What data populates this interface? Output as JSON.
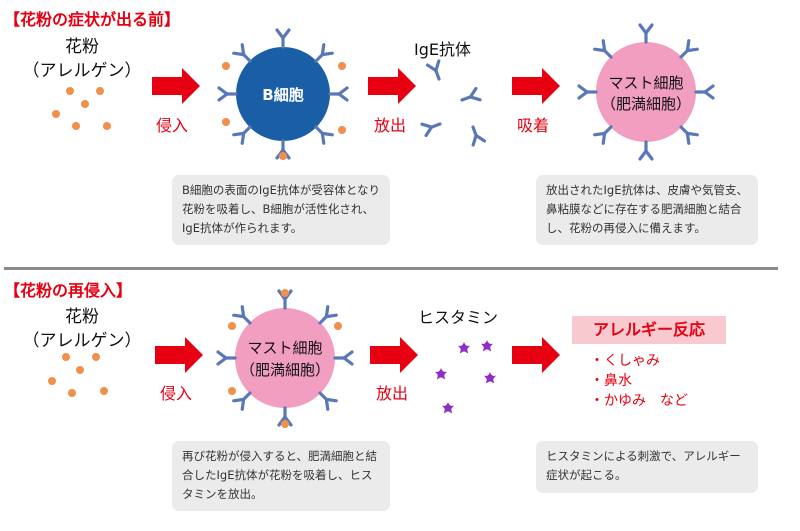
{
  "section1": {
    "title": "【花粉の症状が出る前】",
    "pollen_label_line1": "花粉",
    "pollen_label_line2": "（アレルゲン）",
    "arrow1_label": "侵入",
    "b_cell_label": "B細胞",
    "ige_label": "IgE抗体",
    "arrow2_label": "放出",
    "arrow3_label": "吸着",
    "mast_cell_line1": "マスト細胞",
    "mast_cell_line2": "（肥満細胞）",
    "note_left": "B細胞の表面のIgE抗体が受容体となり花粉を吸着し、B細胞が活性化され、IgE抗体が作られます。",
    "note_right": "放出されたIgE抗体は、皮膚や気管支、鼻粘膜などに存在する肥満細胞と結合し、花粉の再侵入に備えます。"
  },
  "section2": {
    "title": "【花粉の再侵入】",
    "pollen_label_line1": "花粉",
    "pollen_label_line2": "（アレルゲン）",
    "arrow1_label": "侵入",
    "mast_cell_line1": "マスト細胞",
    "mast_cell_line2": "（肥満細胞）",
    "histamine_label": "ヒスタミン",
    "arrow2_label": "放出",
    "reaction_title": "アレルギー反応",
    "symptoms": [
      "・くしゃみ",
      "・鼻水",
      "・かゆみ　など"
    ],
    "note_left": "再び花粉が侵入すると、肥満細胞と結合したIgE抗体が花粉を吸着し、ヒスタミンを放出。",
    "note_right": "ヒスタミンによる刺激で、アレルギー症状が起こる。"
  },
  "colors": {
    "accent_red": "#e60012",
    "pollen_orange": "#f0904a",
    "b_cell_blue": "#1a5fa6",
    "mast_cell_pink": "#f29ec0",
    "antibody_blue": "#5a78b8",
    "histamine_purple": "#8e2fc4",
    "note_gray": "#ebebeb",
    "reaction_pink": "#f8c9cf"
  },
  "icons": {
    "arrow": "right-arrow-icon",
    "antibody": "y-shaped-antibody-icon",
    "pollen": "pollen-dot-icon",
    "histamine": "histamine-star-icon"
  }
}
